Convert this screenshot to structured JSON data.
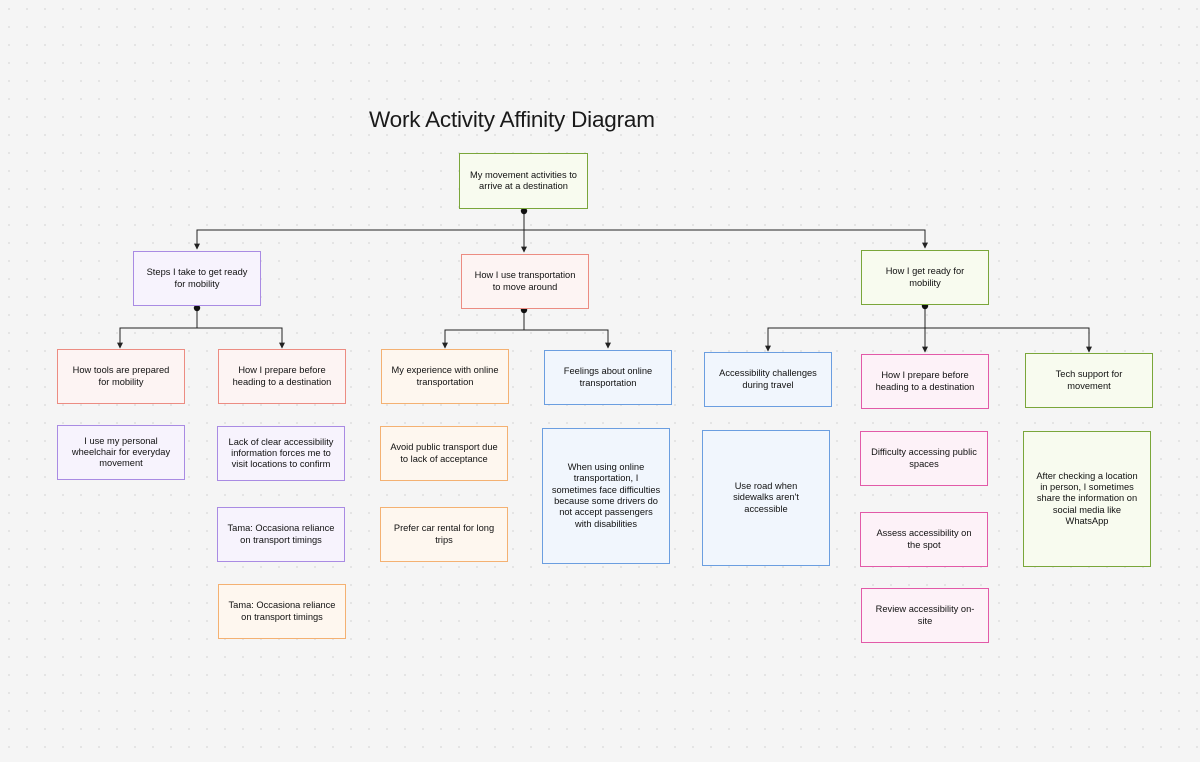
{
  "title": "Work Activity Affinity Diagram",
  "colors": {
    "green": "#7aa63a",
    "purple": "#a98be3",
    "red": "#ec8c82",
    "orange": "#f4b172",
    "blue": "#6b9ee0",
    "pink": "#e25aa8",
    "connector": "#222222"
  },
  "root": "My movement activities to arrive at a destination",
  "groups": {
    "steps": {
      "label": "Steps I take to get ready for mobility",
      "tools": {
        "label": "How tools are prepared for mobility",
        "notes": [
          "I use my personal wheelchair for everyday movement"
        ]
      },
      "prepare": {
        "label": "How I prepare before heading to a destination",
        "notes": [
          "Lack of clear accessibility information forces me to visit locations to confirm",
          "Tama: Occasiona reliance on transport timings",
          "Tama: Occasiona reliance on transport timings"
        ]
      }
    },
    "transport": {
      "label": "How I use transportation to move around",
      "experience": {
        "label": "My experience with online transportation",
        "notes": [
          "Avoid public transport due to lack of acceptance",
          "Prefer car rental for long trips"
        ]
      },
      "feelings": {
        "label": "Feelings about online transportation",
        "notes": [
          "When using online transportation, I sometimes face difficulties because some drivers do not accept passengers with disabilities"
        ]
      }
    },
    "ready": {
      "label": "How I get ready for mobility",
      "challenges": {
        "label": "Accessibility challenges during travel",
        "notes": [
          "Use road when sidewalks aren't accessible"
        ]
      },
      "prepare": {
        "label": "How I prepare before heading to a destination",
        "notes": [
          "Difficulty accessing public spaces",
          "Assess accessibility on the spot",
          "Review accessibility on-site"
        ]
      },
      "tech": {
        "label": "Tech support for movement",
        "notes": [
          "After checking a location in person, I sometimes share the information on social media like WhatsApp"
        ]
      }
    }
  }
}
